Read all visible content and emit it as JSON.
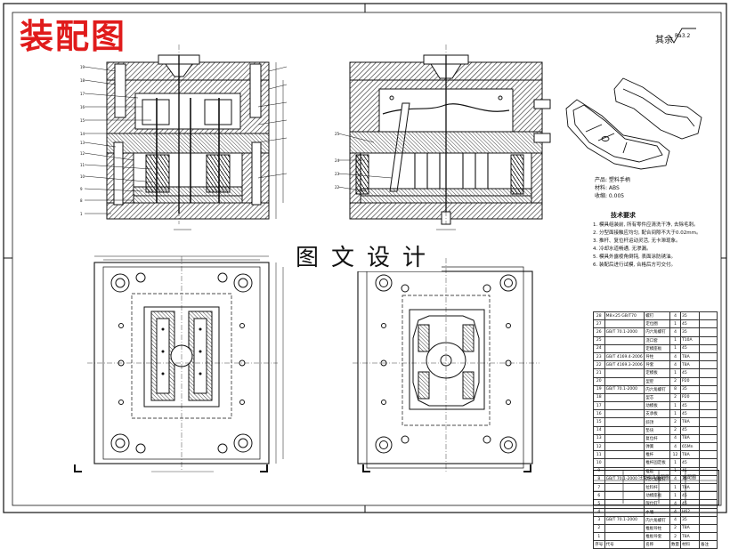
{
  "title_stamp": "装配图",
  "watermark": "图文设计",
  "roughness": {
    "prefix": "其余",
    "value": "Ra3.2"
  },
  "product_info": {
    "line1": "产品: 塑料手柄",
    "line2": "材料: ABS",
    "line3": "收缩: 0.005"
  },
  "tech_requirements": {
    "title": "技术要求",
    "items": [
      "1. 模具组装前, 所有零件应清洗干净, 去除毛刺。",
      "2. 分型面接触应均匀, 配合间隙不大于0.02mm。",
      "3. 推杆、复位杆运动灵活, 无卡滞现象。",
      "4. 冷却水道畅通, 无渗漏。",
      "5. 模具外露棱角倒钝, 表面涂防锈油。",
      "6. 装配后进行试模, 合格后方可交付。"
    ]
  },
  "bom": {
    "rows": [
      {
        "no": "28",
        "code": "M8×25 GB/T70",
        "name": "螺钉",
        "qty": "4",
        "mat": "35",
        "rem": ""
      },
      {
        "no": "27",
        "code": "",
        "name": "定位圈",
        "qty": "1",
        "mat": "45",
        "rem": ""
      },
      {
        "no": "26",
        "code": "GB/T 70.1-2000",
        "name": "内六角螺钉",
        "qty": "4",
        "mat": "35",
        "rem": ""
      },
      {
        "no": "25",
        "code": "",
        "name": "浇口套",
        "qty": "1",
        "mat": "T10A",
        "rem": ""
      },
      {
        "no": "24",
        "code": "",
        "name": "定模座板",
        "qty": "1",
        "mat": "45",
        "rem": ""
      },
      {
        "no": "23",
        "code": "GB/T 4169.4-2006",
        "name": "导柱",
        "qty": "4",
        "mat": "T8A",
        "rem": ""
      },
      {
        "no": "22",
        "code": "GB/T 4169.3-2006",
        "name": "导套",
        "qty": "4",
        "mat": "T8A",
        "rem": ""
      },
      {
        "no": "21",
        "code": "",
        "name": "定模板",
        "qty": "1",
        "mat": "45",
        "rem": ""
      },
      {
        "no": "20",
        "code": "",
        "name": "型腔",
        "qty": "2",
        "mat": "P20",
        "rem": ""
      },
      {
        "no": "19",
        "code": "GB/T 70.1-2000",
        "name": "内六角螺钉",
        "qty": "8",
        "mat": "35",
        "rem": ""
      },
      {
        "no": "18",
        "code": "",
        "name": "型芯",
        "qty": "2",
        "mat": "P20",
        "rem": ""
      },
      {
        "no": "17",
        "code": "",
        "name": "动模板",
        "qty": "1",
        "mat": "45",
        "rem": ""
      },
      {
        "no": "16",
        "code": "",
        "name": "支承板",
        "qty": "1",
        "mat": "45",
        "rem": ""
      },
      {
        "no": "15",
        "code": "",
        "name": "斜顶",
        "qty": "2",
        "mat": "T8A",
        "rem": ""
      },
      {
        "no": "14",
        "code": "",
        "name": "垫块",
        "qty": "2",
        "mat": "45",
        "rem": ""
      },
      {
        "no": "13",
        "code": "",
        "name": "复位杆",
        "qty": "4",
        "mat": "T8A",
        "rem": ""
      },
      {
        "no": "12",
        "code": "",
        "name": "弹簧",
        "qty": "4",
        "mat": "65Mn",
        "rem": ""
      },
      {
        "no": "11",
        "code": "",
        "name": "推杆",
        "qty": "12",
        "mat": "T8A",
        "rem": ""
      },
      {
        "no": "10",
        "code": "",
        "name": "推杆固定板",
        "qty": "1",
        "mat": "45",
        "rem": ""
      },
      {
        "no": "9",
        "code": "",
        "name": "推板",
        "qty": "1",
        "mat": "45",
        "rem": ""
      },
      {
        "no": "8",
        "code": "GB/T 70.1-2000",
        "name": "内六角螺钉",
        "qty": "4",
        "mat": "35",
        "rem": ""
      },
      {
        "no": "7",
        "code": "",
        "name": "拉料杆",
        "qty": "1",
        "mat": "T8A",
        "rem": ""
      },
      {
        "no": "6",
        "code": "",
        "name": "动模座板",
        "qty": "1",
        "mat": "45",
        "rem": ""
      },
      {
        "no": "5",
        "code": "",
        "name": "限位钉",
        "qty": "4",
        "mat": "45",
        "rem": ""
      },
      {
        "no": "4",
        "code": "",
        "name": "水嘴",
        "qty": "4",
        "mat": "H62",
        "rem": ""
      },
      {
        "no": "3",
        "code": "GB/T 70.1-2000",
        "name": "内六角螺钉",
        "qty": "4",
        "mat": "35",
        "rem": ""
      },
      {
        "no": "2",
        "code": "",
        "name": "推板导柱",
        "qty": "2",
        "mat": "T8A",
        "rem": ""
      },
      {
        "no": "1",
        "code": "",
        "name": "推板导套",
        "qty": "2",
        "mat": "T8A",
        "rem": ""
      }
    ],
    "header": {
      "no": "序号",
      "code": "代号",
      "name": "名称",
      "qty": "数量",
      "mat": "材料",
      "rem": "备注"
    }
  },
  "title_block": {
    "drawing_name": "注塑模具装配图",
    "scale_label": "比例",
    "sheet_label": "装配图"
  },
  "colors": {
    "ink": "#111111",
    "stamp": "#e01b1b",
    "section_fill": "#3a3a3a",
    "hatch": "#555555"
  }
}
